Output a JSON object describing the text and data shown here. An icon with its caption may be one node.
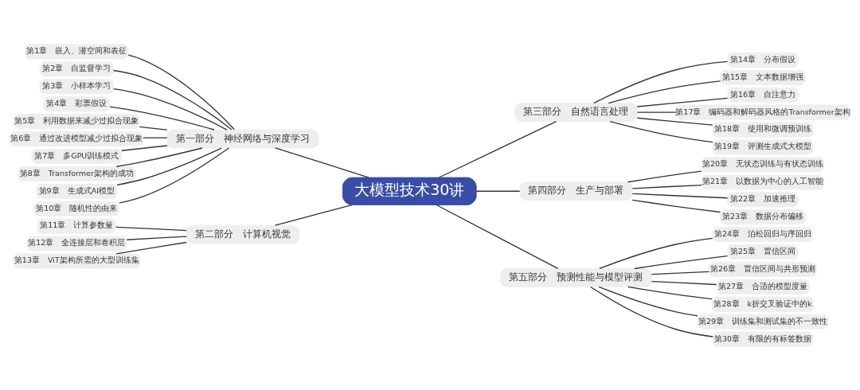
{
  "diagram": {
    "nodes": [
      {
        "text": [
          "大模型技术30讲"
        ]
      },
      {
        "text": [
          "第一部分　神经网络与深度学习"
        ]
      },
      {
        "text": [
          "第1章　嵌入、潜空间和表征"
        ]
      },
      {
        "text": [
          "第2章　自监督学习"
        ]
      },
      {
        "text": [
          "第3章　小样本学习"
        ]
      },
      {
        "text": [
          "第4章　彩票假设"
        ]
      },
      {
        "text": [
          "第5章　利用数据来减少过拟合现象"
        ]
      },
      {
        "text": [
          "第6章　通过改进模型减少过拟合现象"
        ]
      },
      {
        "text": [
          "第7章　多GPU训练模式"
        ]
      },
      {
        "text": [
          "第8章　Transformer架构的成功"
        ]
      },
      {
        "text": [
          "第9章　生成式AI模型"
        ]
      },
      {
        "text": [
          "第10章　随机性的由来"
        ]
      },
      {
        "text": [
          "第二部分　计算机视觉"
        ]
      },
      {
        "text": [
          "第11章　计算参数量"
        ]
      },
      {
        "text": [
          "第12章　全连接层和卷积层"
        ]
      },
      {
        "text": [
          "第13章　ViT架构所需的大型训练集"
        ]
      },
      {
        "text": [
          "第三部分　自然语言处理"
        ]
      },
      {
        "text": [
          "第14章　分布假设"
        ]
      },
      {
        "text": [
          "第15章　文本数据增强"
        ]
      },
      {
        "text": [
          "第16章　自注意力"
        ]
      },
      {
        "text": [
          "第17章　编码器和解码器风格的Transformer架构"
        ]
      },
      {
        "text": [
          "第18章　使用和微调预训练"
        ]
      },
      {
        "text": [
          "第19章　评测生成式大模型"
        ]
      },
      {
        "text": [
          "第四部分　生产与部署"
        ]
      },
      {
        "text": [
          "第20章　无状态训练与有状态训练"
        ]
      },
      {
        "text": [
          "第21章　以数据为中心的人工智能"
        ]
      },
      {
        "text": [
          "第22章　加速推理"
        ]
      },
      {
        "text": [
          "第23章　数据分布偏移"
        ]
      },
      {
        "text": [
          "第五部分　预测性能与模型评测"
        ]
      },
      {
        "text": [
          "第24章　泊松回归与序回归"
        ]
      },
      {
        "text": [
          "第25章　置信区间"
        ]
      },
      {
        "text": [
          "第26章　置信区间与共形预测"
        ]
      },
      {
        "text": [
          "第27章　合适的模型度量"
        ]
      },
      {
        "text": [
          "第28章　k折交叉验证中的k"
        ]
      },
      {
        "text": [
          "第29章　训练集和测试集的不一致性"
        ]
      },
      {
        "text": [
          "第30章　有限的有标签数据"
        ]
      }
    ],
    "edges": [
      {
        "from": 0,
        "to": 1,
        "arrow": "none"
      },
      {
        "from": 1,
        "to": 2,
        "arrow": "none"
      },
      {
        "from": 1,
        "to": 3,
        "arrow": "none"
      },
      {
        "from": 1,
        "to": 4,
        "arrow": "none"
      },
      {
        "from": 1,
        "to": 5,
        "arrow": "none"
      },
      {
        "from": 1,
        "to": 6,
        "arrow": "none"
      },
      {
        "from": 1,
        "to": 7,
        "arrow": "none"
      },
      {
        "from": 1,
        "to": 8,
        "arrow": "none"
      },
      {
        "from": 1,
        "to": 9,
        "arrow": "none"
      },
      {
        "from": 1,
        "to": 10,
        "arrow": "none"
      },
      {
        "from": 1,
        "to": 11,
        "arrow": "none"
      },
      {
        "from": 0,
        "to": 12,
        "arrow": "none"
      },
      {
        "from": 12,
        "to": 13,
        "arrow": "none"
      },
      {
        "from": 12,
        "to": 14,
        "arrow": "none"
      },
      {
        "from": 12,
        "to": 15,
        "arrow": "none"
      },
      {
        "from": 0,
        "to": 16,
        "arrow": "none"
      },
      {
        "from": 16,
        "to": 17,
        "arrow": "none"
      },
      {
        "from": 16,
        "to": 18,
        "arrow": "none"
      },
      {
        "from": 16,
        "to": 19,
        "arrow": "none"
      },
      {
        "from": 16,
        "to": 20,
        "arrow": "none"
      },
      {
        "from": 16,
        "to": 21,
        "arrow": "none"
      },
      {
        "from": 16,
        "to": 22,
        "arrow": "none"
      },
      {
        "from": 0,
        "to": 23,
        "arrow": "none"
      },
      {
        "from": 23,
        "to": 24,
        "arrow": "none"
      },
      {
        "from": 23,
        "to": 25,
        "arrow": "none"
      },
      {
        "from": 23,
        "to": 26,
        "arrow": "none"
      },
      {
        "from": 23,
        "to": 27,
        "arrow": "none"
      },
      {
        "from": 0,
        "to": 28,
        "arrow": "none"
      },
      {
        "from": 28,
        "to": 29,
        "arrow": "none"
      },
      {
        "from": 28,
        "to": 30,
        "arrow": "none"
      },
      {
        "from": 28,
        "to": 31,
        "arrow": "none"
      },
      {
        "from": 28,
        "to": 32,
        "arrow": "none"
      },
      {
        "from": 28,
        "to": 33,
        "arrow": "none"
      },
      {
        "from": 28,
        "to": 34,
        "arrow": "none"
      },
      {
        "from": 28,
        "to": 35,
        "arrow": "none"
      }
    ]
  }
}
